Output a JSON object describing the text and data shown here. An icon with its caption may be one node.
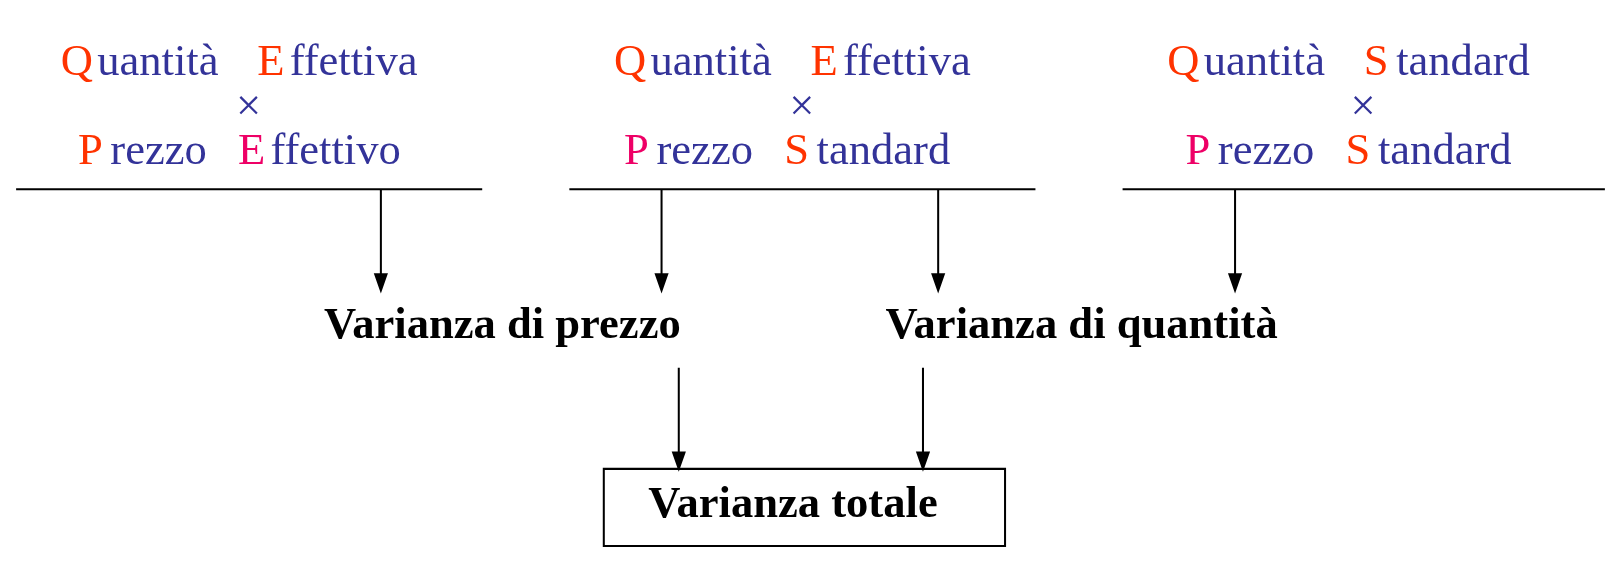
{
  "diagram": {
    "nodes": [
      {
        "text": [
          "Quantità Effettiva × Prezzo Effettivo"
        ]
      },
      {
        "text": [
          "Quantità Effettiva × Prezzo Standard"
        ]
      },
      {
        "text": [
          "Quantità Standard × Prezzo Standard"
        ]
      },
      {
        "text": [
          "Varianza di prezzo"
        ]
      },
      {
        "text": [
          "Varianza di quantità"
        ]
      },
      {
        "text": [
          "Varianza totale"
        ]
      }
    ],
    "edges": [
      {
        "from": 0,
        "to": 3,
        "arrow": "to"
      },
      {
        "from": 1,
        "to": 3,
        "arrow": "to"
      },
      {
        "from": 1,
        "to": 4,
        "arrow": "to"
      },
      {
        "from": 2,
        "to": 4,
        "arrow": "to"
      },
      {
        "from": 3,
        "to": 5,
        "arrow": "to"
      },
      {
        "from": 4,
        "to": 5,
        "arrow": "to"
      }
    ]
  }
}
